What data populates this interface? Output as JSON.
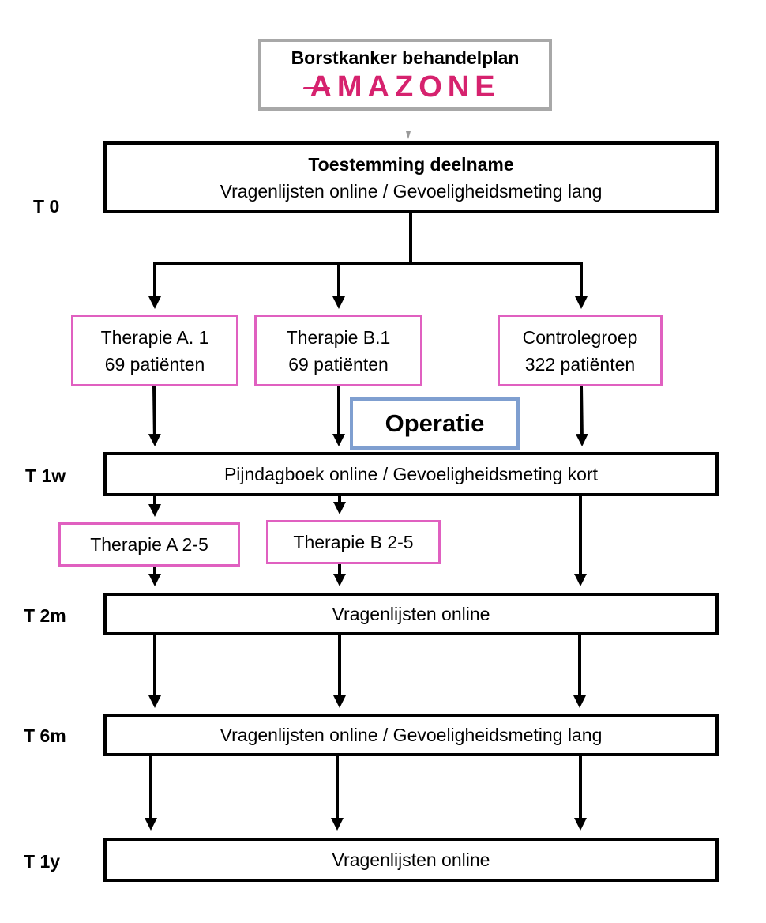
{
  "header": {
    "title": "Borstkanker behandelplan",
    "logo": "AMAZONE"
  },
  "consent": {
    "title": "Toestemming deelname",
    "subtitle": "Vragenlijsten online /  Gevoeligheidsmeting lang"
  },
  "timepoints": {
    "t0": "T 0",
    "t1w": "T 1w",
    "t2m": "T  2m",
    "t6m": "T  6m",
    "t1y": "T  1y"
  },
  "groups": [
    {
      "name": "Therapie A. 1",
      "patients": "69 patiënten"
    },
    {
      "name": "Therapie B.1",
      "patients": "69 patiënten"
    },
    {
      "name": "Controlegroep",
      "patients": "322 patiënten"
    }
  ],
  "operation": "Operatie",
  "week1": "Pijndagboek online / Gevoeligheidsmeting kort",
  "followup_therapies": {
    "a": "Therapie A  2-5",
    "b": "Therapie B 2-5"
  },
  "month2": "Vragenlijsten online",
  "month6": "Vragenlijsten online / Gevoeligheidsmeting lang",
  "year1": "Vragenlijsten online",
  "colors": {
    "therapy_border": "#e060c0",
    "operation_border": "#7f9fd0",
    "logo": "#d6226e",
    "header_border": "#a8a8a8"
  }
}
